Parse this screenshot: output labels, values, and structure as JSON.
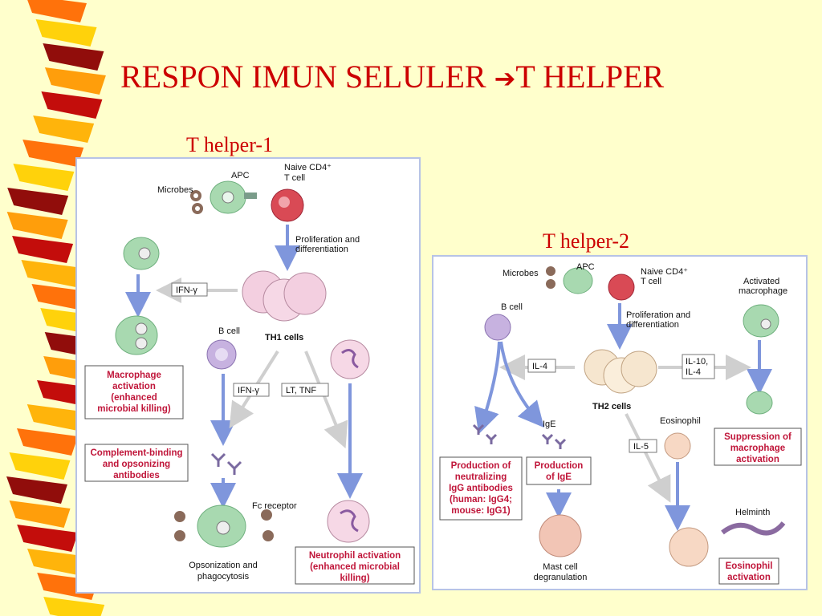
{
  "slide": {
    "title": "RESPON IMUN SELULER",
    "title_arrow": "➔",
    "title_suffix": "T HELPER",
    "colors": {
      "background": "#ffffcc",
      "title": "#cc0000",
      "accent_red": "#c0163a",
      "arrow_blue": "#8aa0dd",
      "arrow_gray": "#cfcfcf"
    }
  },
  "th1": {
    "heading": "T helper-1",
    "microbes": "Microbes",
    "apc": "APC",
    "naive_1": "Naive CD4⁺",
    "naive_2": "T cell",
    "prolif_1": "Proliferation and",
    "prolif_2": "differentiation",
    "ifn_top": "IFN-γ",
    "th_cells": "TH1 cells",
    "b_cell": "B cell",
    "ifn_mid": "IFN-γ",
    "lt_tnf": "LT, TNF",
    "mac_1": "Macrophage",
    "mac_2": "activation",
    "mac_3": "(enhanced",
    "mac_4": "microbial killing)",
    "comp_1": "Complement-binding",
    "comp_2": "and opsonizing",
    "comp_3": "antibodies",
    "fc": "Fc receptor",
    "opso_1": "Opsonization and",
    "opso_2": "phagocytosis",
    "neut_1": "Neutrophil activation",
    "neut_2": "(enhanced microbial",
    "neut_3": "killing)"
  },
  "th2": {
    "heading": "T helper-2",
    "microbes": "Microbes",
    "apc": "APC",
    "naive_1": "Naive CD4⁺",
    "naive_2": "T cell",
    "activated_1": "Activated",
    "activated_2": "macrophage",
    "b_cell": "B cell",
    "prolif_1": "Proliferation and",
    "prolif_2": "differentiation",
    "il4": "IL-4",
    "il10_1": "IL-10,",
    "il10_2": "IL-4",
    "th_cells": "TH2 cells",
    "ige": "IgE",
    "eosinophil": "Eosinophil",
    "il5": "IL-5",
    "sup_1": "Suppression of",
    "sup_2": "macrophage",
    "sup_3": "activation",
    "prod_1": "Production of",
    "prod_2": "neutralizing",
    "prod_3": "IgG antibodies",
    "prod_4": "(human: IgG4;",
    "prod_5": "mouse: IgG1)",
    "ige_box_1": "Production",
    "ige_box_2": "of IgE",
    "helminth": "Helminth",
    "mast_1": "Mast cell",
    "mast_2": "degranulation",
    "eos_box_1": "Eosinophil",
    "eos_box_2": "activation"
  }
}
